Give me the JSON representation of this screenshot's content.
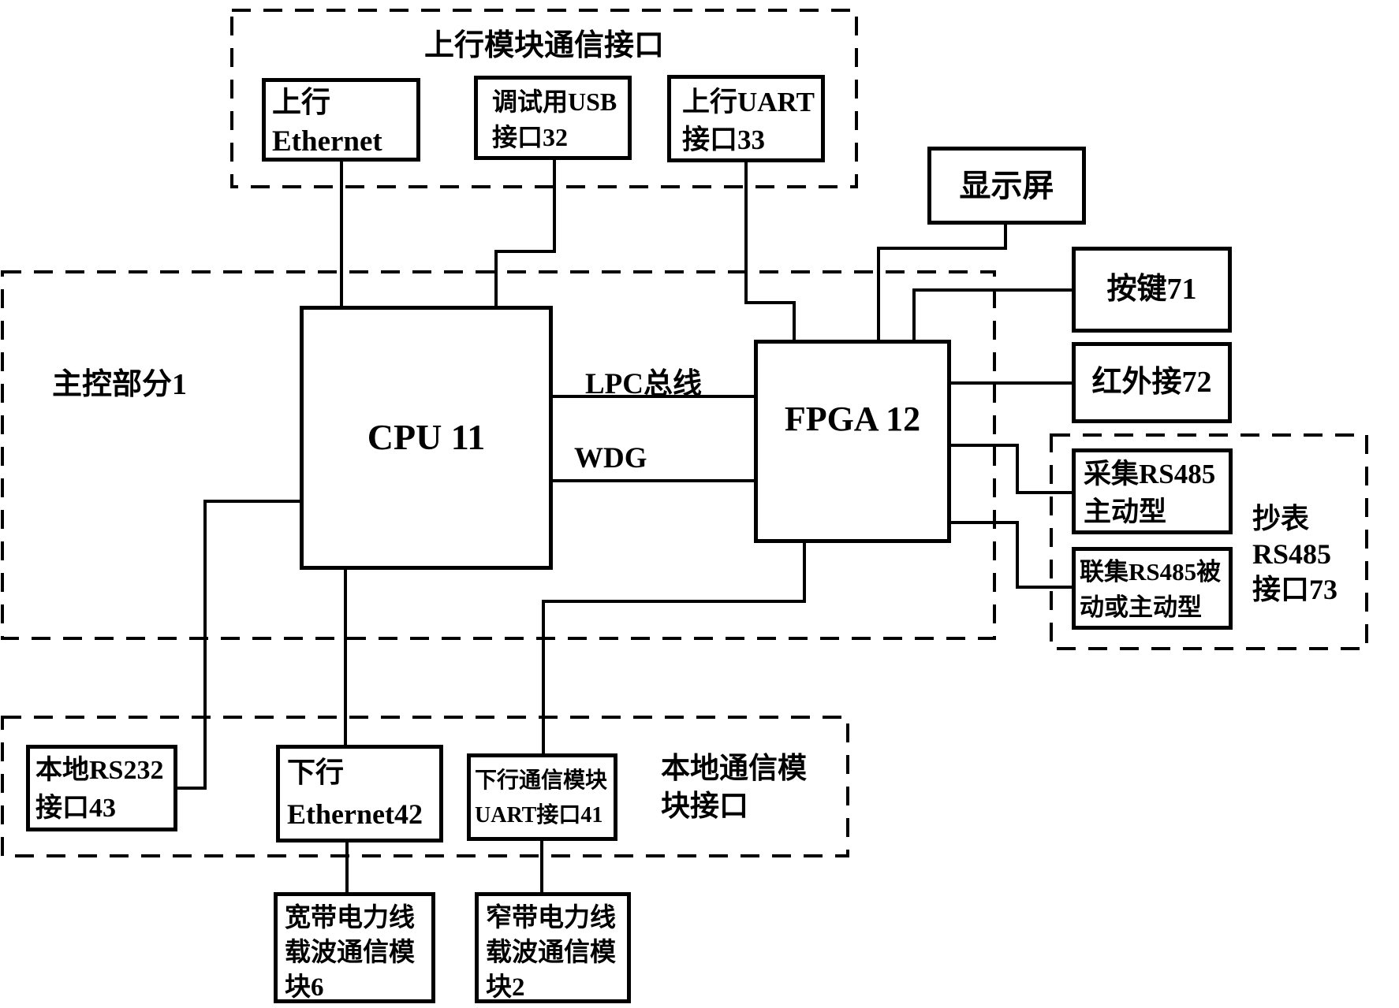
{
  "figure": {
    "background": "#ffffff",
    "ink": "#000000",
    "type": "block-diagram"
  },
  "groups": {
    "uplink": {
      "label": "上行模块通信接口"
    },
    "main": {
      "label": "主控部分1"
    },
    "local": {
      "label_lines": [
        "本地通信模",
        "块接口"
      ]
    },
    "meter": {
      "label_lines": [
        "抄表",
        "RS485",
        "接口73"
      ]
    }
  },
  "nodes": {
    "up_ethernet": {
      "lines": [
        "上行",
        "Ethernet"
      ]
    },
    "debug_usb": {
      "lines": [
        "调试用USB",
        "接口32"
      ]
    },
    "up_uart": {
      "lines": [
        "上行UART",
        "接口33"
      ]
    },
    "display": {
      "lines": [
        "显示屏"
      ]
    },
    "cpu": {
      "lines": [
        "CPU 11"
      ]
    },
    "fpga": {
      "lines": [
        "FPGA 12"
      ]
    },
    "key71": {
      "lines": [
        "按键71"
      ]
    },
    "ir72": {
      "lines": [
        "红外接72"
      ]
    },
    "collect_rs485": {
      "lines": [
        "采集RS485",
        "主动型"
      ]
    },
    "link_rs485": {
      "lines": [
        "联集RS485被",
        "动或主动型"
      ]
    },
    "local_rs232": {
      "lines": [
        "本地RS232",
        "接口43"
      ]
    },
    "down_ethernet": {
      "lines": [
        "下行",
        "Ethernet42"
      ]
    },
    "down_uart": {
      "lines": [
        "下行通信模块",
        "UART接口41"
      ]
    },
    "broadband_plc": {
      "lines": [
        "宽带电力线",
        "载波通信模",
        "块6"
      ]
    },
    "narrowband_plc": {
      "lines": [
        "窄带电力线",
        "载波通信模",
        "块2"
      ]
    }
  },
  "buses": {
    "lpc": {
      "label": "LPC总线"
    },
    "wdg": {
      "label": "WDG"
    }
  },
  "edges": [
    {
      "from": "up_ethernet",
      "to": "cpu"
    },
    {
      "from": "debug_usb",
      "to": "cpu"
    },
    {
      "from": "up_uart",
      "to": "fpga"
    },
    {
      "from": "display",
      "to": "fpga"
    },
    {
      "from": "fpga",
      "to": "key71"
    },
    {
      "from": "fpga",
      "to": "ir72"
    },
    {
      "from": "fpga",
      "to": "collect_rs485"
    },
    {
      "from": "fpga",
      "to": "link_rs485"
    },
    {
      "from": "cpu",
      "to": "fpga",
      "label": "LPC总线"
    },
    {
      "from": "cpu",
      "to": "fpga",
      "label": "WDG"
    },
    {
      "from": "cpu",
      "to": "local_rs232"
    },
    {
      "from": "cpu",
      "to": "down_ethernet"
    },
    {
      "from": "fpga",
      "to": "down_uart"
    },
    {
      "from": "down_ethernet",
      "to": "broadband_plc"
    },
    {
      "from": "down_uart",
      "to": "narrowband_plc"
    }
  ]
}
